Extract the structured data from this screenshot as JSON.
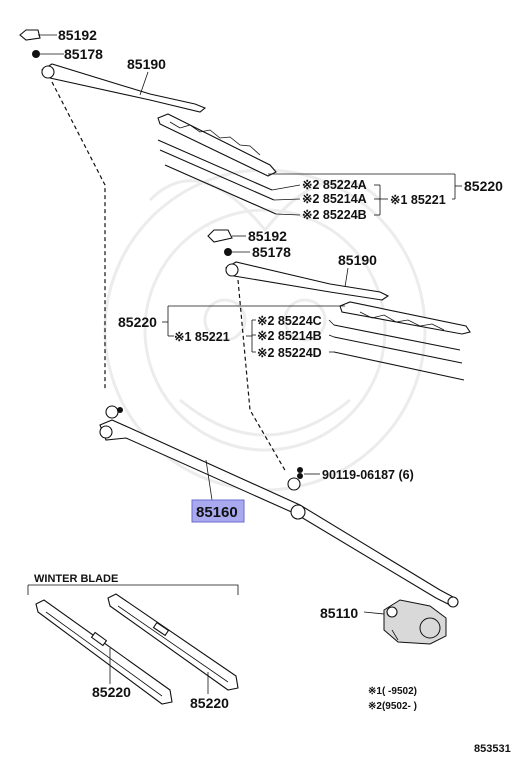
{
  "diagram_id": "853531",
  "labels": {
    "l_85192_top": "85192",
    "l_85178_top": "85178",
    "l_85190_top": "85190",
    "l_85224a": "※2 85224A",
    "l_85214a": "※2 85214A",
    "l_85224b": "※2 85224B",
    "l_85221_top": "※1 85221",
    "l_85220_top": "85220",
    "l_85192_mid": "85192",
    "l_85178_mid": "85178",
    "l_85190_mid": "85190",
    "l_85220_left": "85220",
    "l_85221_left": "※1 85221",
    "l_85224c": "※2 85224C",
    "l_85214b": "※2 85214B",
    "l_85224d": "※2 85224D",
    "l_90119": "90119-06187 (6)",
    "l_85160": "85160",
    "l_winter": "WINTER BLADE",
    "l_85110": "85110",
    "l_85220_wb1": "85220",
    "l_85220_wb2": "85220"
  },
  "notes": {
    "note1": "※1(      -9502)",
    "note2": "※2(9502-      )"
  },
  "highlight_color": "#a9a9f0"
}
